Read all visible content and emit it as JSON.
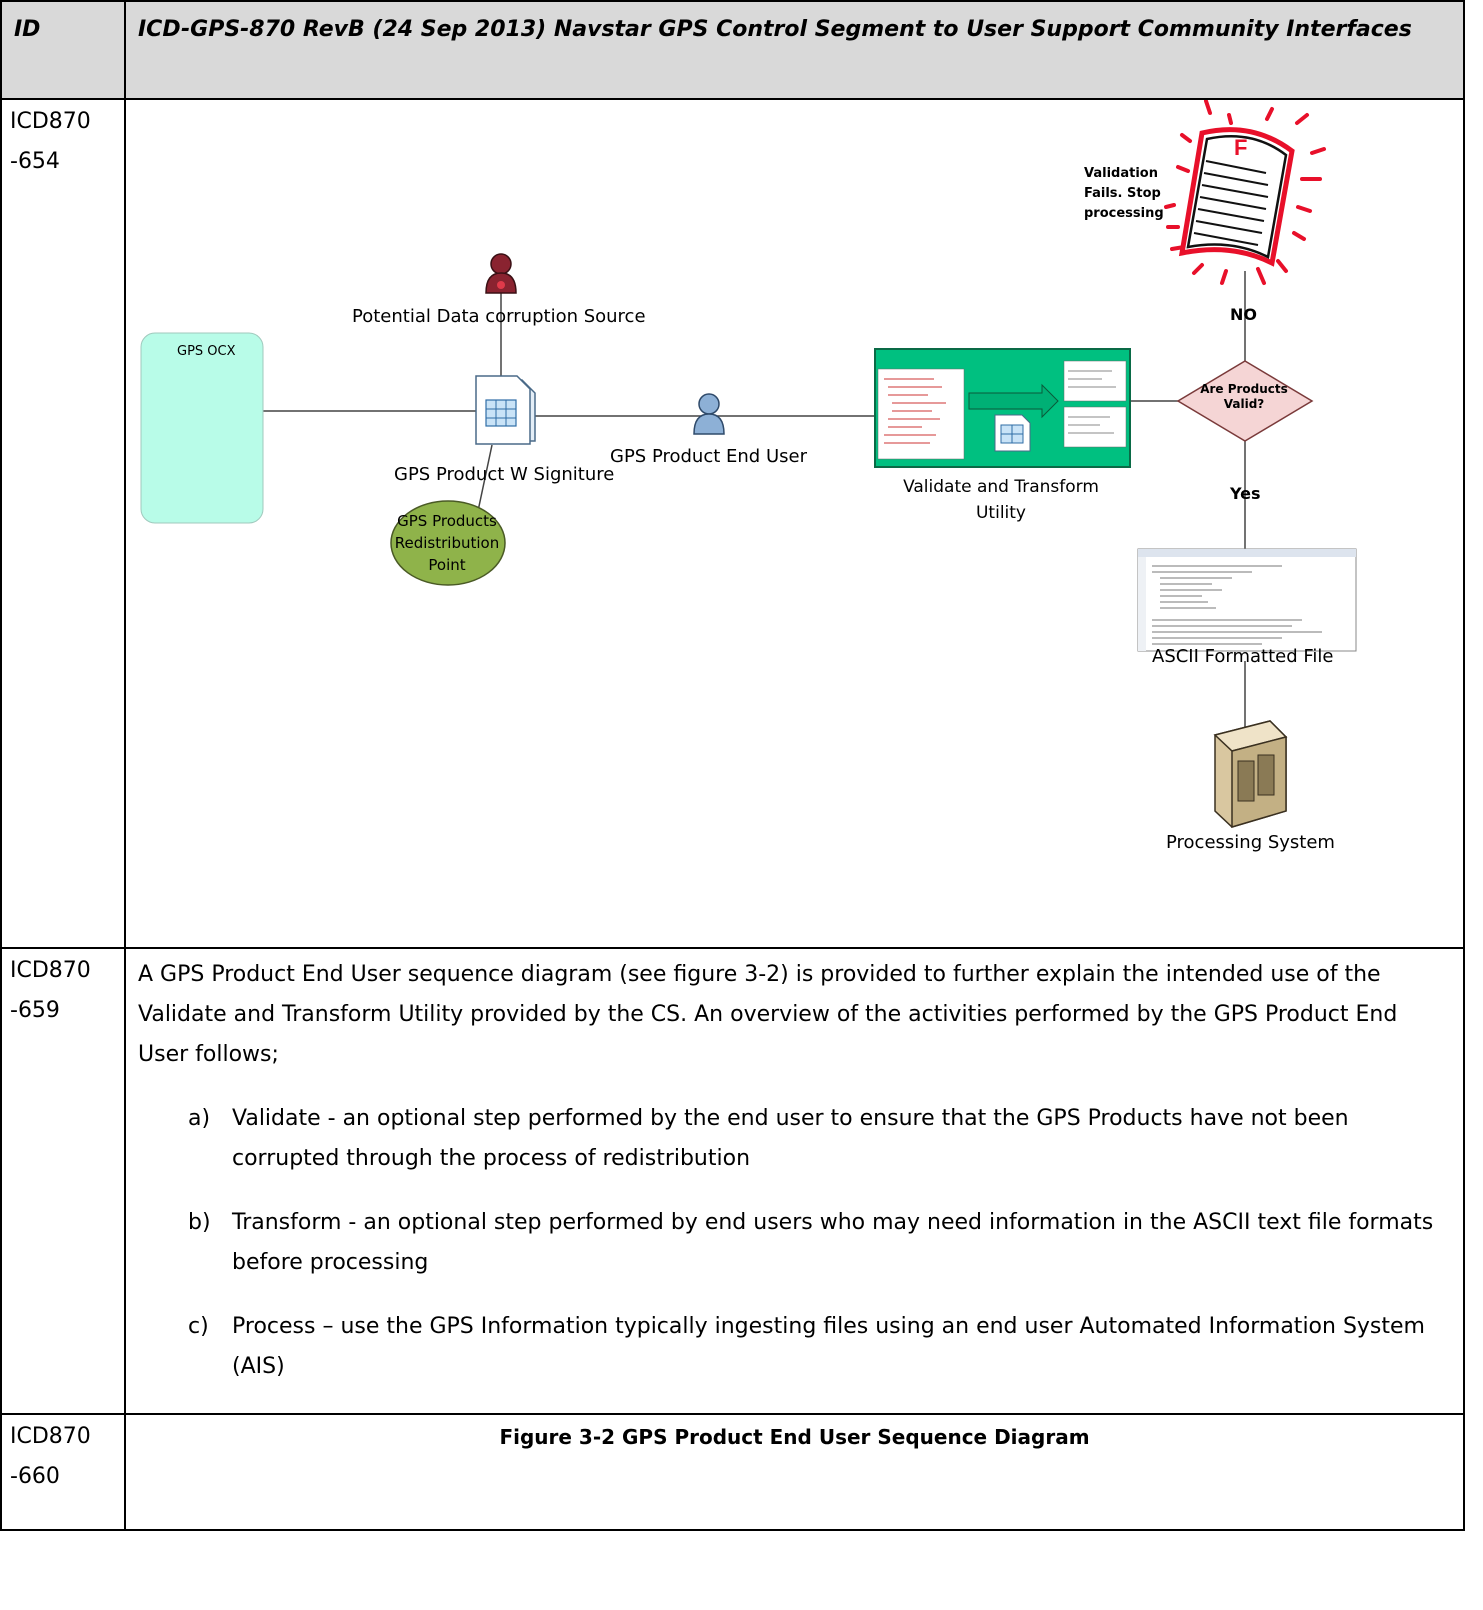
{
  "header": {
    "id_label": "ID",
    "title": "ICD-GPS-870 RevB (24 Sep 2013) Navstar GPS Control Segment to User Support Community Interfaces"
  },
  "rows": [
    {
      "id_line1": "ICD870",
      "id_line2": "-654"
    },
    {
      "id_line1": "ICD870",
      "id_line2": "-659"
    },
    {
      "id_line1": "ICD870",
      "id_line2": "-660"
    }
  ],
  "diagram": {
    "gps_ocx": "GPS OCX",
    "corruption_source": "Potential Data corruption Source",
    "product_signature": "GPS Product W Signiture",
    "redistribution_line1": "GPS Products",
    "redistribution_line2": "Redistribution",
    "redistribution_line3": "Point",
    "end_user": "GPS Product End User",
    "validate_line1": "Validate and Transform",
    "validate_line2": "Utility",
    "decision_line1": "Are Products",
    "decision_line2": "Valid?",
    "no": "NO",
    "yes": "Yes",
    "fail_line1": "Validation",
    "fail_line2": "Fails.  Stop",
    "fail_line3": "processing",
    "ascii_file": "ASCII Formatted File",
    "processing_system": "Processing System"
  },
  "body": {
    "intro": "A GPS Product End User sequence diagram (see figure 3-2) is provided to further explain the intended use of the Validate and Transform Utility provided by the CS.   An overview of the activities performed by the GPS Product End User follows;",
    "items": [
      {
        "label": "a)",
        "text": "Validate  - an optional step performed by the end user to ensure that the GPS Products have not been corrupted through the process of redistribution"
      },
      {
        "label": "b)",
        "text": "Transform  - an optional step performed by end users who may need information in the ASCII text file formats before processing"
      },
      {
        "label": "c)",
        "text": "Process – use the GPS Information typically ingesting files using an end user Automated Information System (AIS)"
      }
    ]
  },
  "figure_caption": "Figure 3-2 GPS Product End User  Sequence Diagram",
  "colors": {
    "ocx_fill": "#b8fce8",
    "utility_fill": "#00c080",
    "ellipse_fill": "#8fb34a",
    "diamond_fill": "#f5d5d5",
    "burst": "#e8102a"
  }
}
